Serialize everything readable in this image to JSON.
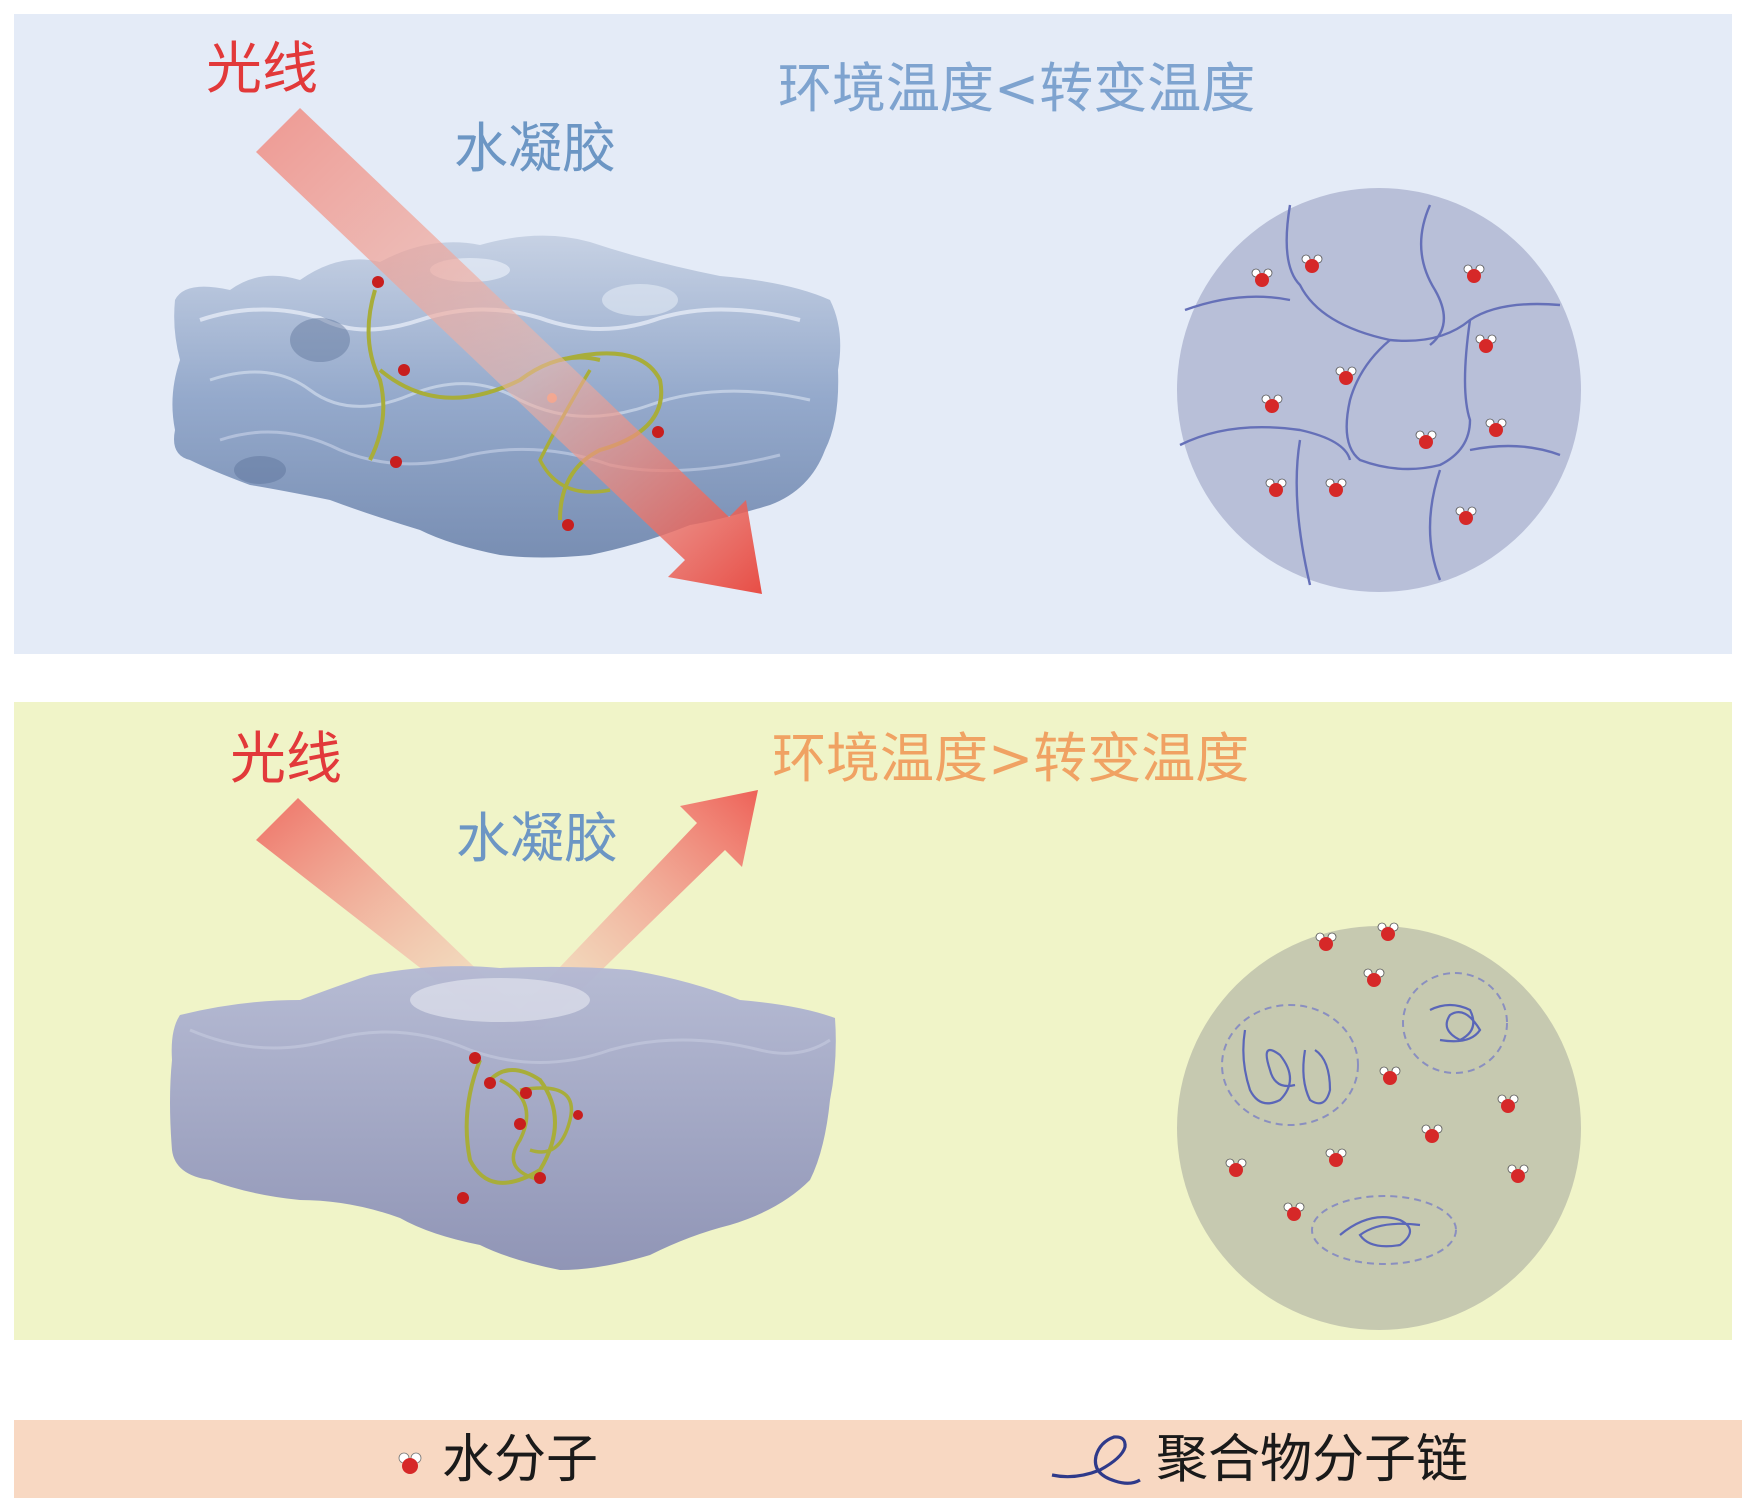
{
  "top_panel": {
    "light_label": "光线",
    "hydrogel_label": "水凝胶",
    "condition": "环境温度<转变温度",
    "background": "#e4ebf7"
  },
  "bottom_panel": {
    "light_label": "光线",
    "hydrogel_label": "水凝胶",
    "condition": "环境温度>转变温度",
    "background": "#f0f4c8"
  },
  "legend": {
    "water_label": "水分子",
    "polymer_label": "聚合物分子链",
    "background": "#f8d8c2"
  },
  "colors": {
    "light": "#e2393a",
    "hydrogel_text": "#6c96c4",
    "cond_low": "#7ea3cf",
    "cond_high": "#f0a263",
    "chain": "#6a6fc0",
    "water": "#d62828"
  }
}
